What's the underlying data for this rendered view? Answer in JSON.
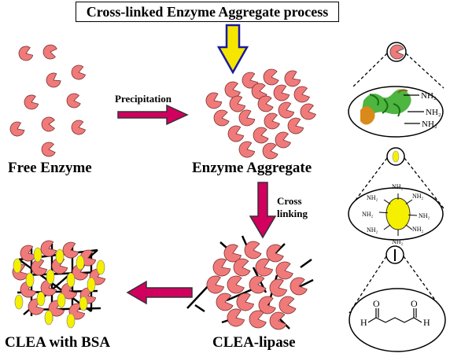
{
  "title": "Cross-linked Enzyme Aggregate process",
  "labels": {
    "free_enzyme": "Free Enzyme",
    "enzyme_aggregate": "Enzyme Aggregate",
    "clea_lipase": "CLEA-lipase",
    "clea_bsa": "CLEA with BSA",
    "precipitation": "Precipitation",
    "cross_linking_1": "Cross",
    "cross_linking_2": "linking"
  },
  "nh2": "NH₂",
  "glutaraldehyde_h": "H",
  "glutaraldehyde_o": "O",
  "colors": {
    "enzyme": "#f07a7a",
    "bsa": "#f5f000",
    "arrow_magenta": "#d1005f",
    "arrow_yellow": "#f5e600",
    "protein_green": "#2ea81f",
    "protein_orange": "#d98a1a"
  }
}
